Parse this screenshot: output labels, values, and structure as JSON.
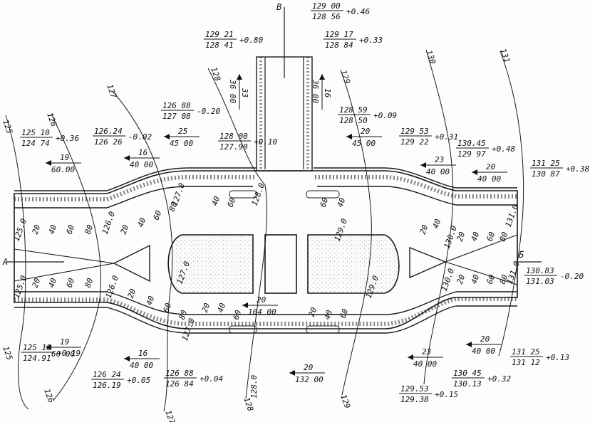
{
  "sections": {
    "a": "A",
    "b": "Б",
    "v": "В"
  },
  "contours": [
    "125",
    "126",
    "127",
    "128",
    "129",
    "130",
    "131"
  ],
  "road_labels": [
    "125.0",
    "126.0",
    "127.0",
    "128.0",
    "129.0",
    "130.0",
    "131.0"
  ],
  "offsets": [
    "20",
    "40",
    "60",
    "80"
  ],
  "elevations": {
    "e1": {
      "num": "125 10",
      "den": "124 74",
      "diff": "+0.36"
    },
    "e2": {
      "num": "126.24",
      "den": "126 26",
      "diff": "-0.02"
    },
    "e3": {
      "num": "126 88",
      "den": "127 08",
      "diff": "-0.20"
    },
    "e4": {
      "num": "128 00",
      "den": "127.90",
      "diff": "+0.10"
    },
    "e5": {
      "num": "129 21",
      "den": "128 41",
      "diff": "+0.80"
    },
    "e6": {
      "num": "129 00",
      "den": "128 56",
      "diff": "+0.46"
    },
    "e7": {
      "num": "129 17",
      "den": "128 84",
      "diff": "+0.33"
    },
    "e8": {
      "num": "128 59",
      "den": "128 50",
      "diff": "+0.09"
    },
    "e9": {
      "num": "129 53",
      "den": "129 22",
      "diff": "+0.31"
    },
    "e10": {
      "num": "130.45",
      "den": "129 97",
      "diff": "+0.48"
    },
    "e11": {
      "num": "131 25",
      "den": "130 87",
      "diff": "+0.38"
    },
    "e12": {
      "num": "130.83",
      "den": "131.03",
      "diff": "-0.20"
    },
    "e13": {
      "num": "131 25",
      "den": "131 12",
      "diff": "+0.13"
    },
    "e14": {
      "num": "130 45",
      "den": "130.13",
      "diff": "+0.32"
    },
    "e15": {
      "num": "129.53",
      "den": "129.38",
      "diff": "+0.15"
    },
    "e16": {
      "num": "126 88",
      "den": "126 84",
      "diff": "+0.04"
    },
    "e17": {
      "num": "126 24",
      "den": "126.19",
      "diff": "+0.05"
    },
    "e18": {
      "num": "125 10",
      "den": "124.91",
      "diff": "+0.19"
    }
  },
  "slopes": {
    "s1": {
      "num": "19",
      "den": "60.00"
    },
    "s2": {
      "num": "16",
      "den": "40 00"
    },
    "s3": {
      "num": "25",
      "den": "45 00"
    },
    "s4": {
      "num": "20",
      "den": "45 00"
    },
    "s5": {
      "num": "23",
      "den": "40 00"
    },
    "s6": {
      "num": "20",
      "den": "40 00"
    },
    "s7": {
      "num": "33",
      "den": "36 00"
    },
    "s8": {
      "num": "16",
      "den": "36 00"
    },
    "s9": {
      "num": "20",
      "den": "104 00"
    },
    "s10": {
      "num": "20",
      "den": "132 00"
    },
    "s11": {
      "num": "19",
      "den": "60 00"
    },
    "s12": {
      "num": "16",
      "den": "40 00"
    },
    "s13": {
      "num": "23",
      "den": "40 00"
    },
    "s14": {
      "num": "20",
      "den": "40 00"
    }
  }
}
